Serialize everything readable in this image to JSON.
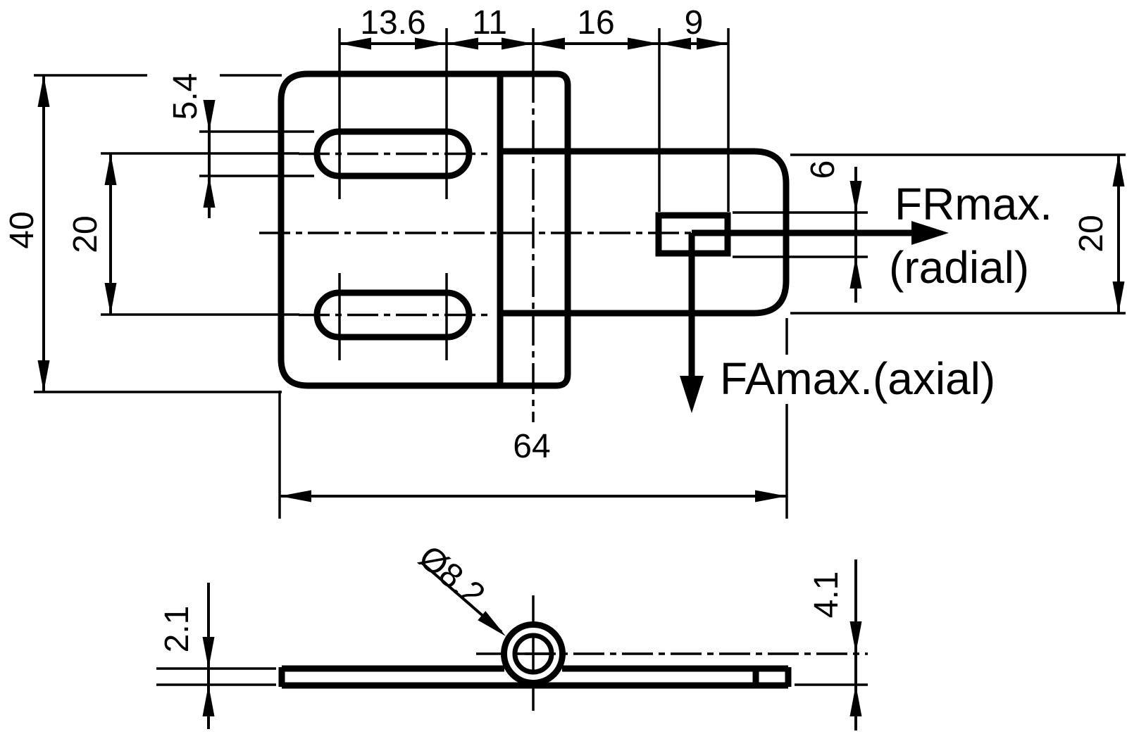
{
  "drawing": {
    "kind": "bracket-dimension-drawing",
    "units": "mm",
    "dims": {
      "top_chain_1": "13.6",
      "top_chain_2": "11",
      "top_chain_3": "16",
      "top_chain_4": "9",
      "slot_width": "5.4",
      "overall_height": "40",
      "slot_spacing": "20",
      "square_height": "6",
      "leaf_height": "20",
      "overall_length": "64",
      "sheet_thickness": "2.1",
      "knuckle_diameter": "Ø8.2",
      "axis_offset": "4.1"
    },
    "labels": {
      "radial_force": "FRmax.",
      "radial_note": "(radial)",
      "axial_force": "FAmax.(axial)"
    }
  }
}
